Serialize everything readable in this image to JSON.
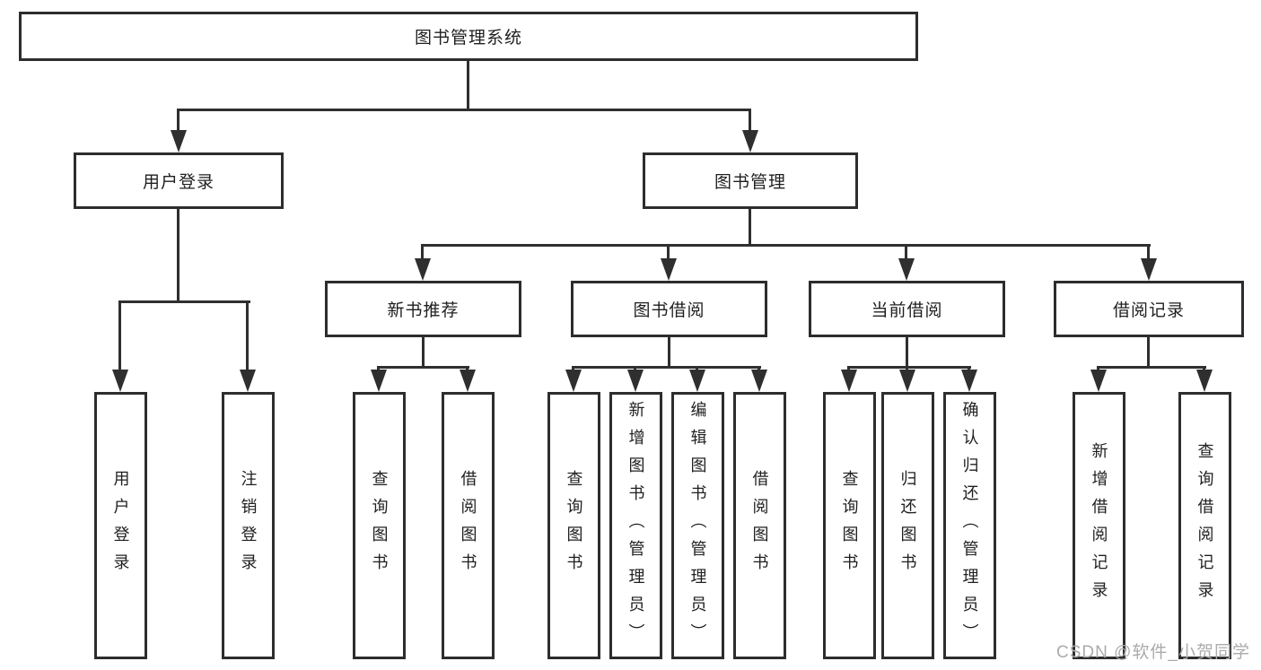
{
  "diagram": {
    "root": {
      "label": "图书管理系统"
    },
    "level2": {
      "user_login": {
        "label": "用户登录"
      },
      "book_management": {
        "label": "图书管理"
      }
    },
    "level3": {
      "new_book_recommend": {
        "label": "新书推荐"
      },
      "book_borrowing": {
        "label": "图书借阅"
      },
      "current_borrowing": {
        "label": "当前借阅"
      },
      "borrowing_records": {
        "label": "借阅记录"
      }
    },
    "leaves": {
      "user_login": {
        "label": "用户登录",
        "parent": "用户登录"
      },
      "logout_login": {
        "label": "注销登录",
        "parent": "用户登录"
      },
      "query_books_1": {
        "label": "查询图书",
        "parent": "新书推荐"
      },
      "borrow_books_1": {
        "label": "借阅图书",
        "parent": "新书推荐"
      },
      "query_books_2": {
        "label": "查询图书",
        "parent": "图书借阅"
      },
      "add_books_admin": {
        "label": "新增图书（管理员）",
        "parent": "图书借阅"
      },
      "edit_books_admin": {
        "label": "编辑图书（管理员）",
        "parent": "图书借阅"
      },
      "borrow_books_2": {
        "label": "借阅图书",
        "parent": "图书借阅"
      },
      "query_books_3": {
        "label": "查询图书",
        "parent": "当前借阅"
      },
      "return_books": {
        "label": "归还图书",
        "parent": "当前借阅"
      },
      "confirm_return_admin": {
        "label": "确认归还（管理员）",
        "parent": "当前借阅"
      },
      "add_borrow_record": {
        "label": "新增借阅记录",
        "parent": "借阅记录"
      },
      "query_borrow_record": {
        "label": "查询借阅记录",
        "parent": "借阅记录"
      }
    },
    "watermark": "CSDN @软件_小贺同学",
    "colors": {
      "line": "#2f2f2f",
      "border": "#2d2d2d",
      "text": "#1f1f1f",
      "watermark": "#ababab",
      "background": "#ffffff"
    }
  }
}
